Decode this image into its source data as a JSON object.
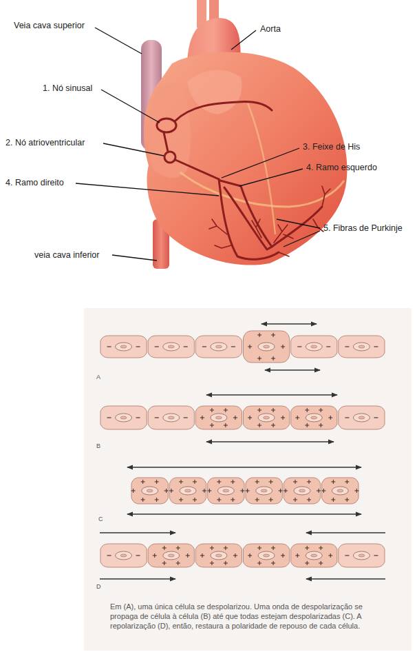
{
  "diagram": {
    "caption": "Em (A), uma única célula se despolarizou. Uma onda de despolarização se propaga de célula à célula (B) até que todas estejam despolarizadas (C). A repolarização (D), então, restaura a polaridade de repouso de cada célula.",
    "labels": [
      "Veia cava superior",
      "Aorta",
      "1. Nó sinusal",
      "2. Nó atrioventricular",
      "3. Feixe de His",
      "4. Ramo direito",
      "4. Ramo esquerdo",
      "5. Fibras de Purkinje",
      "veia cava inferior",
      "A",
      "B",
      "C",
      "D"
    ]
  }
}
